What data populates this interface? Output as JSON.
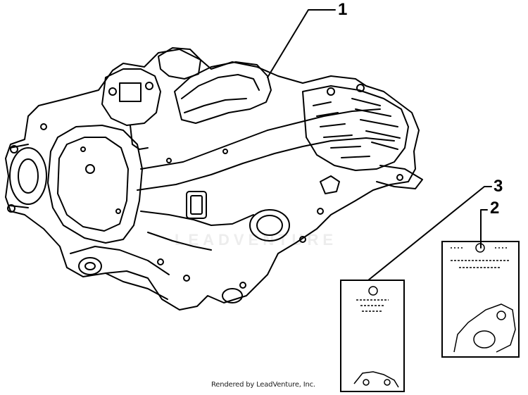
{
  "callouts": {
    "part1": "1",
    "part2": "2",
    "part3": "3"
  },
  "footer": {
    "credit": "Rendered by LeadVenture, Inc."
  },
  "watermark": {
    "text": "LEADVENTURE"
  },
  "colors": {
    "line": "#000000",
    "background": "#ffffff",
    "watermark": "#ededed"
  }
}
